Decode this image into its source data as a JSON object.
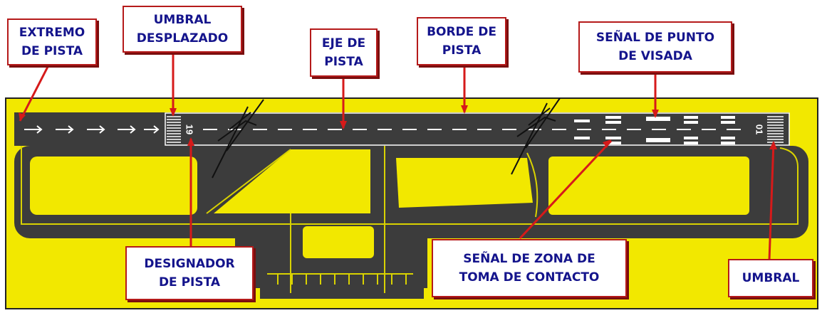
{
  "labels": {
    "extremo_pista": [
      "EXTREMO",
      "DE PISTA"
    ],
    "umbral_desplazado": [
      "UMBRAL",
      "DESPLAZADO"
    ],
    "eje_pista": [
      "EJE DE",
      "PISTA"
    ],
    "borde_pista": [
      "BORDE DE",
      "PISTA"
    ],
    "punto_visada": [
      "SEÑAL DE PUNTO",
      "DE VISADA"
    ],
    "designador_pista": [
      "DESIGNADOR",
      "DE PISTA"
    ],
    "zona_contacto": [
      "SEÑAL DE ZONA DE",
      "TOMA DE CONTACTO"
    ],
    "umbral": [
      "UMBRAL"
    ]
  },
  "runway_designators": {
    "left": "19",
    "right": "01"
  },
  "colors": {
    "grass": "#f2e800",
    "pavement": "#3c3c3c",
    "markings": "#ffffff",
    "taxi_line": "#d9d200",
    "label_text": "#14148c",
    "label_border": "#b51a1a",
    "pointer": "#d61a1a"
  }
}
